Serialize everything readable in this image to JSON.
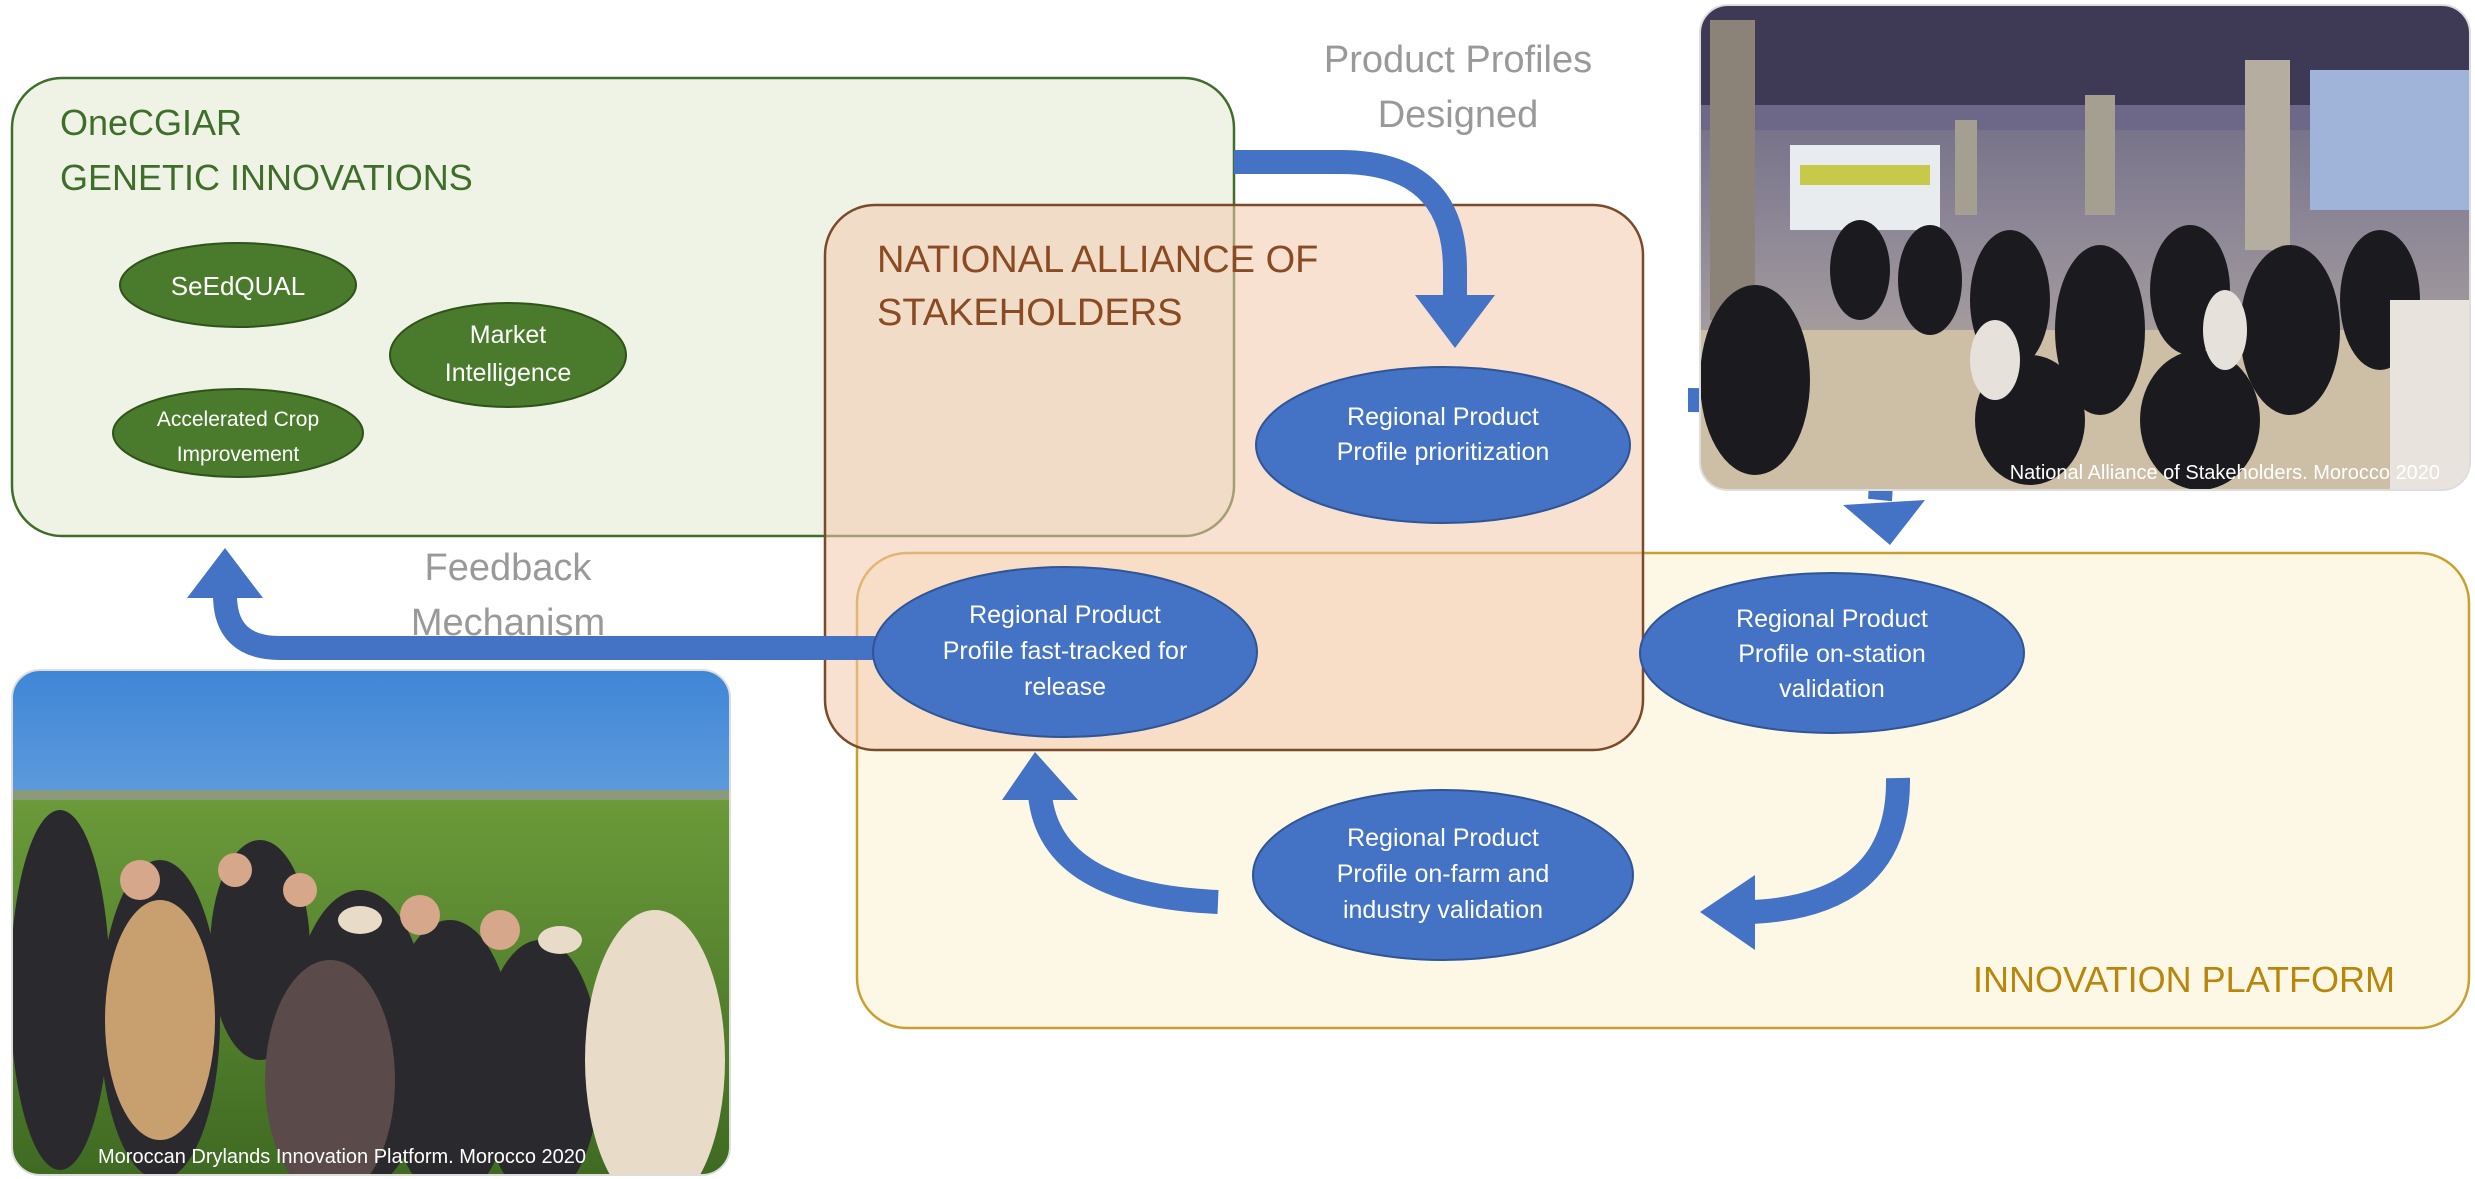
{
  "colors": {
    "green_box_fill": "#eef3e6",
    "green_box_stroke": "#3f6d2a",
    "green_text": "#3f6d2a",
    "green_ellipse": "#4a7a2c",
    "orange_box_fill": "#f6d9c8",
    "orange_box_stroke": "#7a4a2a",
    "orange_text": "#8a4a22",
    "yellow_box_fill": "#fdf8e6",
    "yellow_box_stroke": "#c9a030",
    "yellow_text": "#b8860b",
    "blue_ellipse": "#4472c4",
    "blue_arrow": "#4472c4",
    "gray_text": "#999999",
    "white": "#ffffff"
  },
  "genetic_innovations": {
    "title_line1": "OneCGIAR",
    "title_line2": "GENETIC INNOVATIONS",
    "seedqual": "SeEdQUAL",
    "market_line1": "Market",
    "market_line2": "Intelligence",
    "acc_line1": "Accelerated Crop",
    "acc_line2": "Improvement"
  },
  "national_alliance": {
    "title_line1": "NATIONAL ALLIANCE OF",
    "title_line2": "STAKEHOLDERS"
  },
  "innovation_platform": {
    "title": "INNOVATION PLATFORM"
  },
  "flow_labels": {
    "designed_line1": "Product Profiles",
    "designed_line2": "Designed",
    "feedback_line1": "Feedback",
    "feedback_line2": "Mechanism"
  },
  "nodes": {
    "prioritization": [
      "Regional Product",
      "Profile prioritization"
    ],
    "on_station": [
      "Regional Product",
      "Profile on-station",
      "validation"
    ],
    "on_farm": [
      "Regional Product",
      "Profile on-farm and",
      "industry validation"
    ],
    "fast_tracked": [
      "Regional Product",
      "Profile fast-tracked for",
      "release"
    ]
  },
  "photos": {
    "meeting_caption": "National Alliance of Stakeholders. Morocco 2020",
    "field_caption": "Moroccan Drylands Innovation Platform. Morocco 2020"
  }
}
